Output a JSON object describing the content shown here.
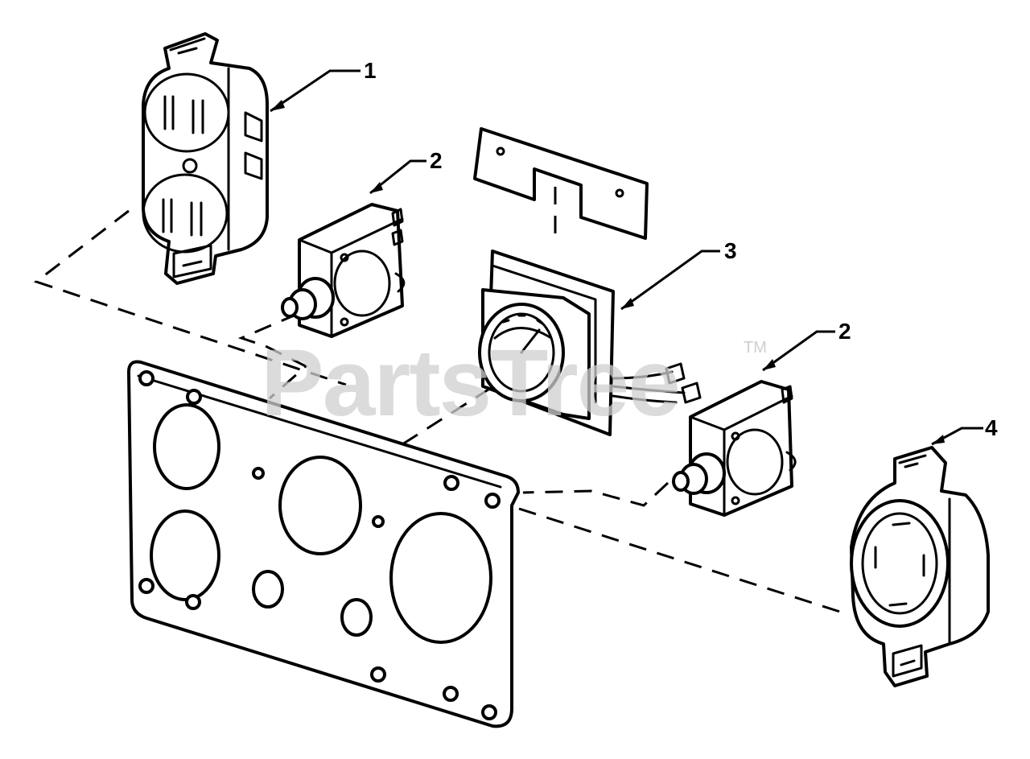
{
  "callouts": {
    "c1": "1",
    "c2a": "2",
    "c2b": "2",
    "c3": "3",
    "c4": "4"
  },
  "watermark": {
    "text": "PartsTree",
    "trademark": "TM"
  },
  "colors": {
    "line": "#000000",
    "background": "#ffffff",
    "watermark": "#cfcfcf"
  }
}
